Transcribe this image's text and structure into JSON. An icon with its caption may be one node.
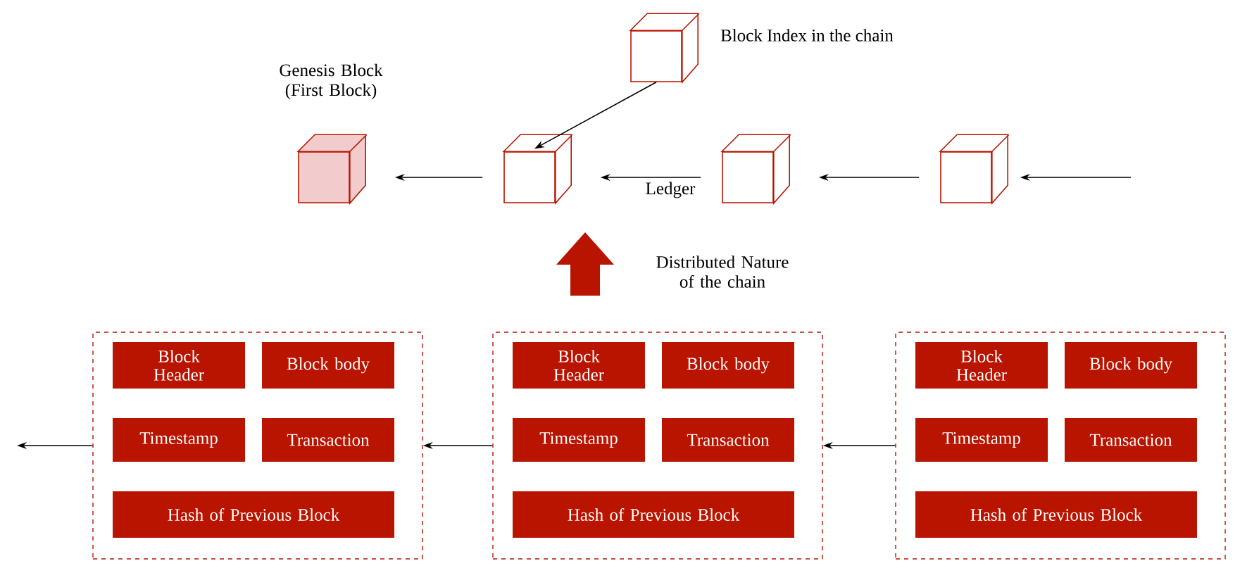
{
  "diagram": {
    "nodes": [
      {
        "text": [],
        "shape": "cube",
        "beside": [
          "Block Index in the chain"
        ]
      },
      {
        "text": [],
        "shape": "cube",
        "beside": [
          "Genesis Block (First Block)"
        ]
      },
      {
        "text": [],
        "shape": "cube"
      },
      {
        "text": [],
        "shape": "cube"
      },
      {
        "text": [],
        "shape": "cube"
      },
      {
        "text": [],
        "shape": "box"
      },
      {
        "text": [
          "Block Header"
        ],
        "in": 5
      },
      {
        "text": [
          "Block body"
        ],
        "in": 5
      },
      {
        "text": [
          "Timestamp"
        ],
        "in": 5
      },
      {
        "text": [
          "Transaction"
        ],
        "in": 5
      },
      {
        "text": [
          "Hash of Previous Block"
        ],
        "in": 5
      },
      {
        "text": [],
        "shape": "box"
      },
      {
        "text": [
          "Block Header"
        ],
        "in": 11
      },
      {
        "text": [
          "Block body"
        ],
        "in": 11
      },
      {
        "text": [
          "Timestamp"
        ],
        "in": 11
      },
      {
        "text": [
          "Transaction"
        ],
        "in": 11
      },
      {
        "text": [
          "Hash of Previous Block"
        ],
        "in": 11
      },
      {
        "text": [],
        "shape": "box"
      },
      {
        "text": [
          "Block Header"
        ],
        "in": 17
      },
      {
        "text": [
          "Block body"
        ],
        "in": 17
      },
      {
        "text": [
          "Timestamp"
        ],
        "in": 17
      },
      {
        "text": [
          "Transaction"
        ],
        "in": 17
      },
      {
        "text": [
          "Hash of Previous Block"
        ],
        "in": 17
      }
    ],
    "edges": [
      {
        "from": 0,
        "to": 2,
        "arrow": "to"
      },
      {
        "from": 2,
        "to": 1,
        "arrow": "to"
      },
      {
        "from": 3,
        "to": 2,
        "arrow": "to",
        "label": "Ledger"
      },
      {
        "from": 4,
        "to": 3,
        "arrow": "to"
      },
      {
        "from": null,
        "to": 4,
        "arrow": "to"
      },
      {
        "from": 5,
        "to": null,
        "arrow": "to"
      },
      {
        "from": 11,
        "to": 5,
        "arrow": "to"
      },
      {
        "from": 17,
        "to": 11,
        "arrow": "to"
      }
    ],
    "labels": [
      "Distributed Nature of the chain"
    ]
  }
}
